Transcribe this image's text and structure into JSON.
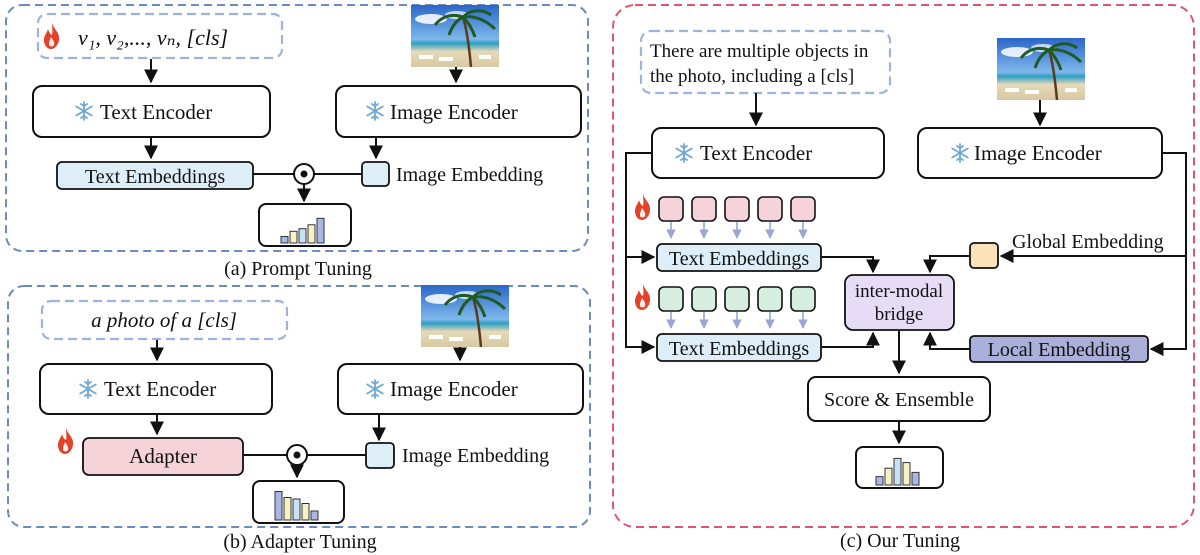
{
  "panels": {
    "prompt_tuning": {
      "caption": "(a) Prompt Tuning",
      "prompt_text": "v₁, v₂,..., vₙ, [cls]",
      "text_encoder": "Text Encoder",
      "image_encoder": "Image Encoder",
      "text_embeddings": "Text Embeddings",
      "image_embedding": "Image Embedding",
      "bars": [
        0.25,
        0.45,
        0.55,
        0.7,
        0.95
      ]
    },
    "adapter_tuning": {
      "caption": "(b) Adapter Tuning",
      "prompt_text": "a photo of a [cls]",
      "text_encoder": "Text Encoder",
      "image_encoder": "Image Encoder",
      "adapter": "Adapter",
      "image_embedding": "Image Embedding",
      "bars": [
        0.95,
        0.75,
        0.7,
        0.55,
        0.3
      ]
    },
    "our_tuning": {
      "caption": "(c) Our Tuning",
      "prompt_line1": "There are multiple objects in",
      "prompt_line2": "the photo, including a [cls]",
      "text_encoder": "Text Encoder",
      "image_encoder": "Image Encoder",
      "text_embeddings_top": "Text Embeddings",
      "text_embeddings_bottom": "Text Embeddings",
      "bridge_line1": "inter-modal",
      "bridge_line2": "bridge",
      "global_embedding": "Global Embedding",
      "local_embedding": "Local Embedding",
      "score_ensemble": "Score & Ensemble",
      "bars": [
        0.3,
        0.6,
        0.95,
        0.8,
        0.45
      ]
    }
  },
  "colors": {
    "blue_dash": "#6a8cbf",
    "red_dash": "#e0566e",
    "light_blue_fill": "#ddeef8",
    "pink_fill": "#f6d3d8",
    "green_fill": "#d6efe0",
    "orange_fill": "#fde1b8",
    "lavender_fill": "#e6dcf6",
    "local_fill": "#aab0da",
    "flame": "#e4412a",
    "snowflake": "#6fa8d6"
  }
}
